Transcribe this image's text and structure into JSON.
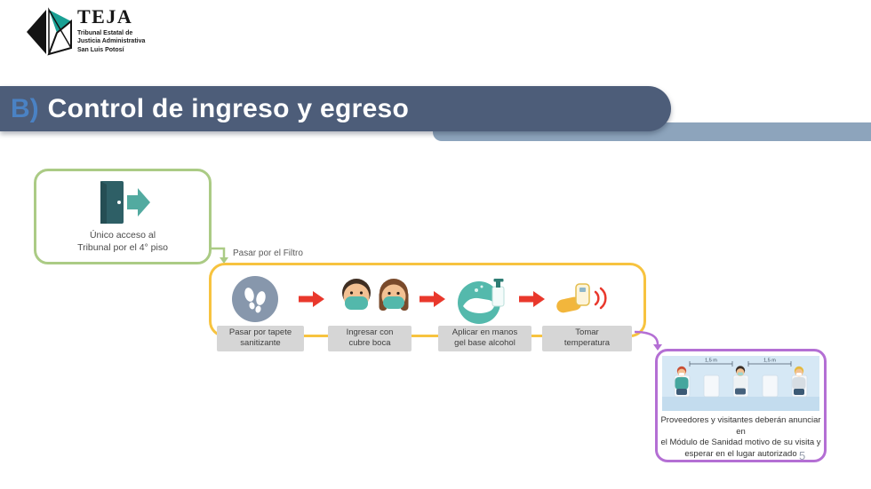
{
  "logo": {
    "brand": "TEJA",
    "subtitle": "Tribunal Estatal de\nJusticia Administrativa\nSan Luis Potosí"
  },
  "header": {
    "prefix": "B)",
    "title": "Control de ingreso y egreso"
  },
  "access_box": {
    "label": "Único acceso al\nTribunal por el 4° piso"
  },
  "filter_label": "Pasar por el Filtro",
  "steps": [
    {
      "label": "Pasar por tapete\nsanitizante",
      "icon": "sanitizing-mat-footprints-icon"
    },
    {
      "label": "Ingresar con\ncubre boca",
      "icon": "face-masks-icon"
    },
    {
      "label": "Aplicar en manos\ngel base alcohol",
      "icon": "hand-gel-icon"
    },
    {
      "label": "Tomar\ntemperatura",
      "icon": "thermometer-scan-icon"
    }
  ],
  "waiting_box": {
    "distance1": "1,5 m",
    "distance2": "1,5 m",
    "text": "Proveedores y visitantes deberán anunciar en\nel Módulo de Sanidad motivo de su visita y\nesperar en el lugar autorizado"
  },
  "page_number": "5",
  "colors": {
    "header_bar": "#4d5d79",
    "header_accent_bar": "#8da4bc",
    "header_prefix_blue": "#4a82c4",
    "access_border_green": "#abcb85",
    "flow_border_yellow": "#f7c33f",
    "waiting_border_purple": "#b46fd4",
    "arrow_red": "#e9382c",
    "teal_mask": "#53b8ab",
    "step_label_bg": "#d6d6d6"
  }
}
